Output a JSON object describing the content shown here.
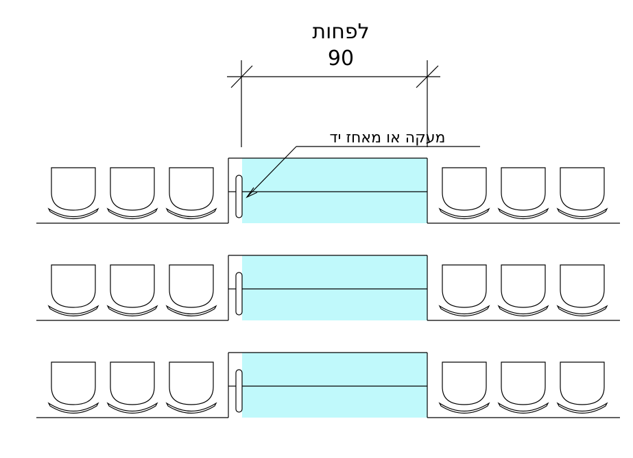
{
  "dimension": {
    "label": "לפחות",
    "value": "90"
  },
  "callout": {
    "label": "מעקה או מאחז יד"
  },
  "colors": {
    "aisle_fill": "#c0f9fb",
    "line": "#000000",
    "background": "#ffffff"
  },
  "layout_summary": {
    "rows": 3,
    "seats_left_per_row": 3,
    "seats_right_per_row": 3
  }
}
